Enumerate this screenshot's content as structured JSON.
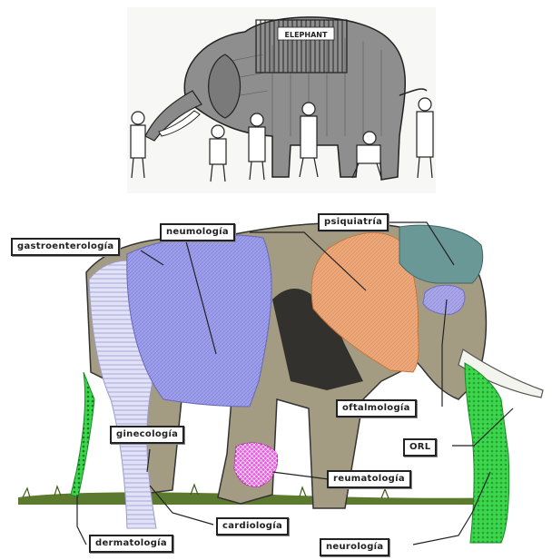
{
  "illustration": {
    "sign_text": "ELEPHANT",
    "figures": [
      "doctor",
      "doctor",
      "doctor",
      "doctor",
      "doctor",
      "doctor"
    ]
  },
  "specialties": {
    "gastroenterologia": "gastroenterología",
    "neumologia": "neumología",
    "psiquiatria": "psiquiatría",
    "oftalmologia": "oftalmología",
    "orl": "ORL",
    "ginecologia": "ginecología",
    "reumatologia": "reumatología",
    "cardiologia": "cardiología",
    "dermatologia": "dermatología",
    "neurologia": "neurología"
  },
  "colors": {
    "elephant_body": "#a39c82",
    "neumologia_region": "#9d9ef0",
    "gastro_region": "#e1e1f7",
    "psiquiatria_region": "#f3a874",
    "ear_region": "#6a9896",
    "eye_region": "#a9a6ec",
    "trunk_region": "#3bd64b",
    "reuma_region": "#f057e6",
    "grass": "#5c7a2e"
  }
}
